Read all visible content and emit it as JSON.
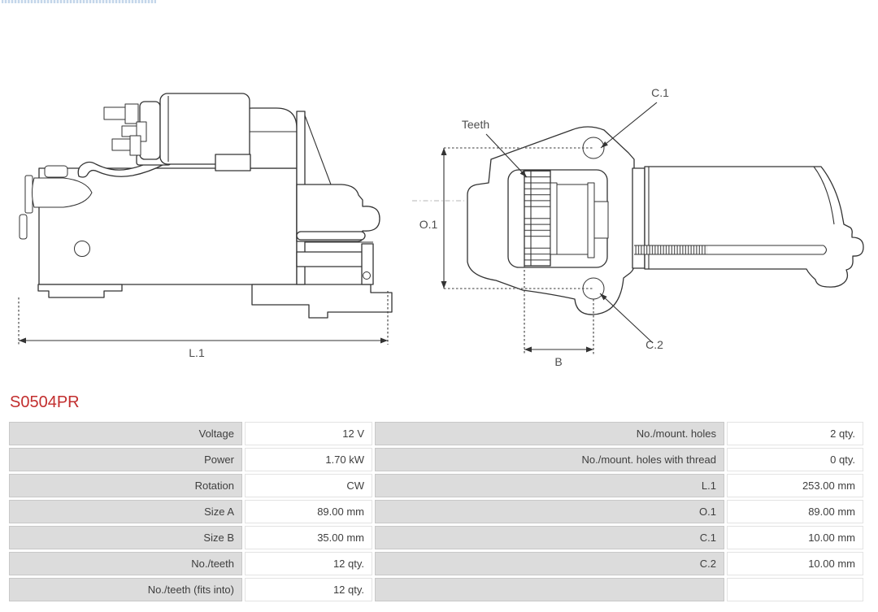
{
  "product_code": "S0504PR",
  "colors": {
    "accent_red": "#c22e2e",
    "cell_gray": "#dcdcdc"
  },
  "diagram": {
    "side_view": {
      "length_dim": "L.1"
    },
    "front_view": {
      "teeth_label": "Teeth",
      "c1_label": "C.1",
      "c2_label": "C.2",
      "o1_label": "O.1",
      "b_label": "B"
    }
  },
  "spec_table": {
    "rows": [
      {
        "label_left": "Voltage",
        "value_left": "12 V",
        "label_right": "No./mount. holes",
        "value_right": "2 qty."
      },
      {
        "label_left": "Power",
        "value_left": "1.70 kW",
        "label_right": "No./mount. holes with thread",
        "value_right": "0 qty."
      },
      {
        "label_left": "Rotation",
        "value_left": "CW",
        "label_right": "L.1",
        "value_right": "253.00 mm"
      },
      {
        "label_left": "Size A",
        "value_left": "89.00 mm",
        "label_right": "O.1",
        "value_right": "89.00 mm"
      },
      {
        "label_left": "Size B",
        "value_left": "35.00 mm",
        "label_right": "C.1",
        "value_right": "10.00 mm"
      },
      {
        "label_left": "No./teeth",
        "value_left": "12 qty.",
        "label_right": "C.2",
        "value_right": "10.00 mm"
      },
      {
        "label_left": "No./teeth (fits into)",
        "value_left": "12 qty.",
        "label_right": "",
        "value_right": ""
      }
    ]
  }
}
